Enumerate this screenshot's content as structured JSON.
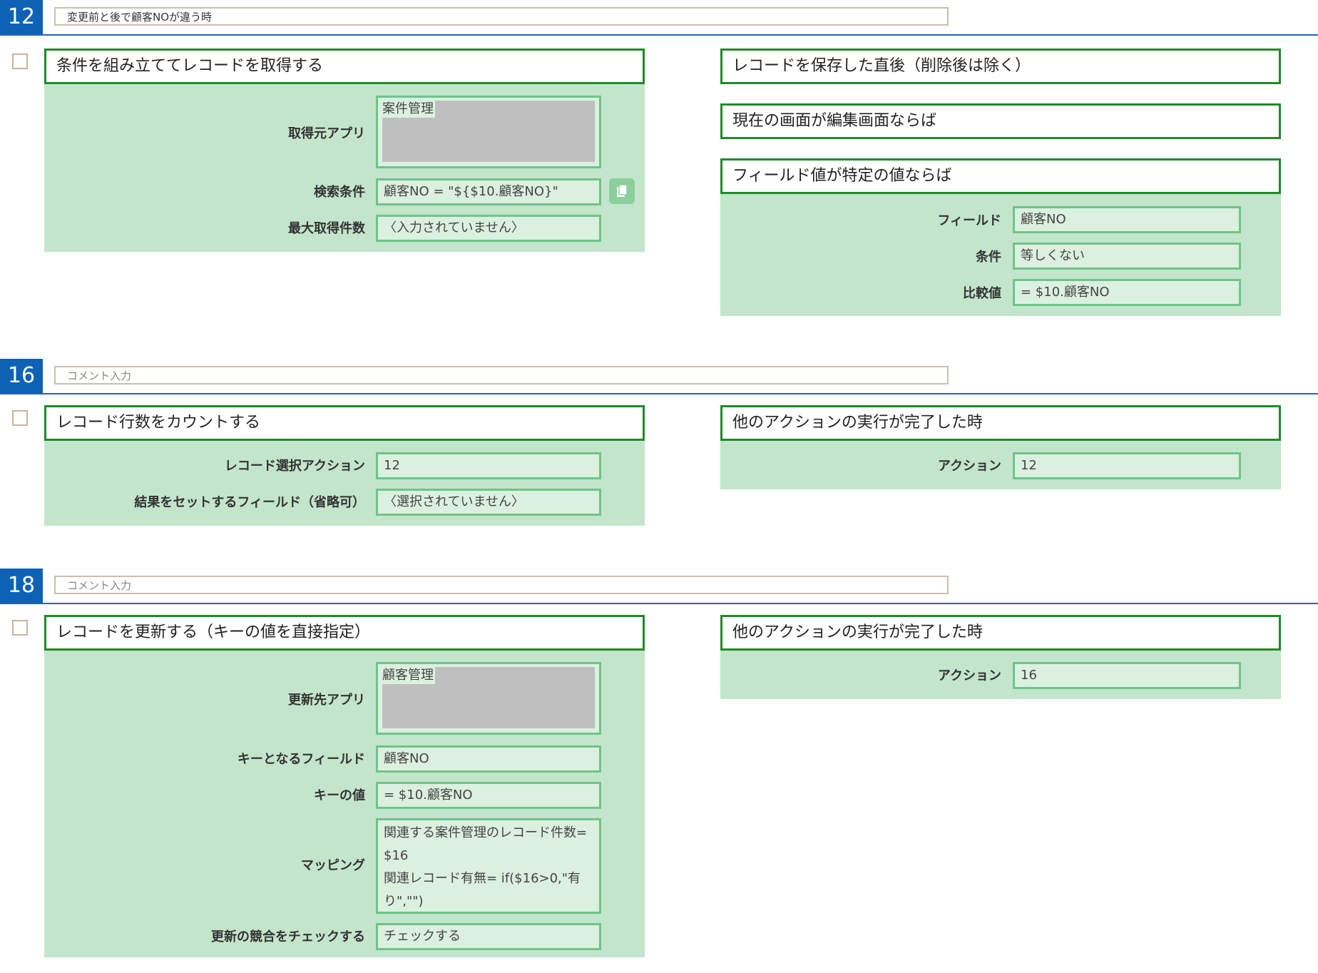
{
  "blocks": [
    {
      "number": "12",
      "comment": "変更前と後で顧客NOが違う時",
      "action": {
        "title": "条件を組み立ててレコードを取得する",
        "app_label": "取得元アプリ",
        "app_value": "案件管理",
        "search_label": "検索条件",
        "search_value": "顧客NO = \"${$10.顧客NO}\"",
        "max_label": "最大取得件数",
        "max_value": "〈入力されていません〉"
      },
      "triggers": {
        "t1": "レコードを保存した直後（削除後は除く）",
        "t2": "現在の画面が編集画面ならば",
        "t3": "フィールド値が特定の値ならば",
        "field_label": "フィールド",
        "field_value": "顧客NO",
        "cond_label": "条件",
        "cond_value": "等しくない",
        "cmp_label": "比較値",
        "cmp_value": "= $10.顧客NO"
      }
    },
    {
      "number": "16",
      "comment_placeholder": "コメント入力",
      "action": {
        "title": "レコード行数をカウントする",
        "sel_label": "レコード選択アクション",
        "sel_value": "12",
        "result_label": "結果をセットするフィールド（省略可）",
        "result_value": "〈選択されていません〉"
      },
      "triggers": {
        "t1": "他のアクションの実行が完了した時",
        "action_label": "アクション",
        "action_value": "12"
      }
    },
    {
      "number": "18",
      "comment_placeholder": "コメント入力",
      "action": {
        "title": "レコードを更新する（キーの値を直接指定）",
        "app_label": "更新先アプリ",
        "app_value": "顧客管理",
        "key_field_label": "キーとなるフィールド",
        "key_field_value": "顧客NO",
        "key_value_label": "キーの値",
        "key_value_value": "= $10.顧客NO",
        "mapping_label": "マッピング",
        "mapping_line1": "関連する案件管理のレコード件数=",
        "mapping_line2": "$16",
        "mapping_line3": "関連レコード有無= if($16>0,\"有",
        "mapping_line4": "り\",\"\")",
        "conflict_label": "更新の競合をチェックする",
        "conflict_value": "チェックする"
      },
      "triggers": {
        "t1": "他のアクションの実行が完了した時",
        "action_label": "アクション",
        "action_value": "16"
      }
    }
  ],
  "icons": {
    "copy": "copy-icon"
  },
  "colors": {
    "number_bg": "#0d62b6",
    "card_border": "#1f8a2a",
    "panel_bg": "#c3e5cb",
    "field_border": "#6ec48a",
    "field_bg": "#dcf0e0"
  }
}
